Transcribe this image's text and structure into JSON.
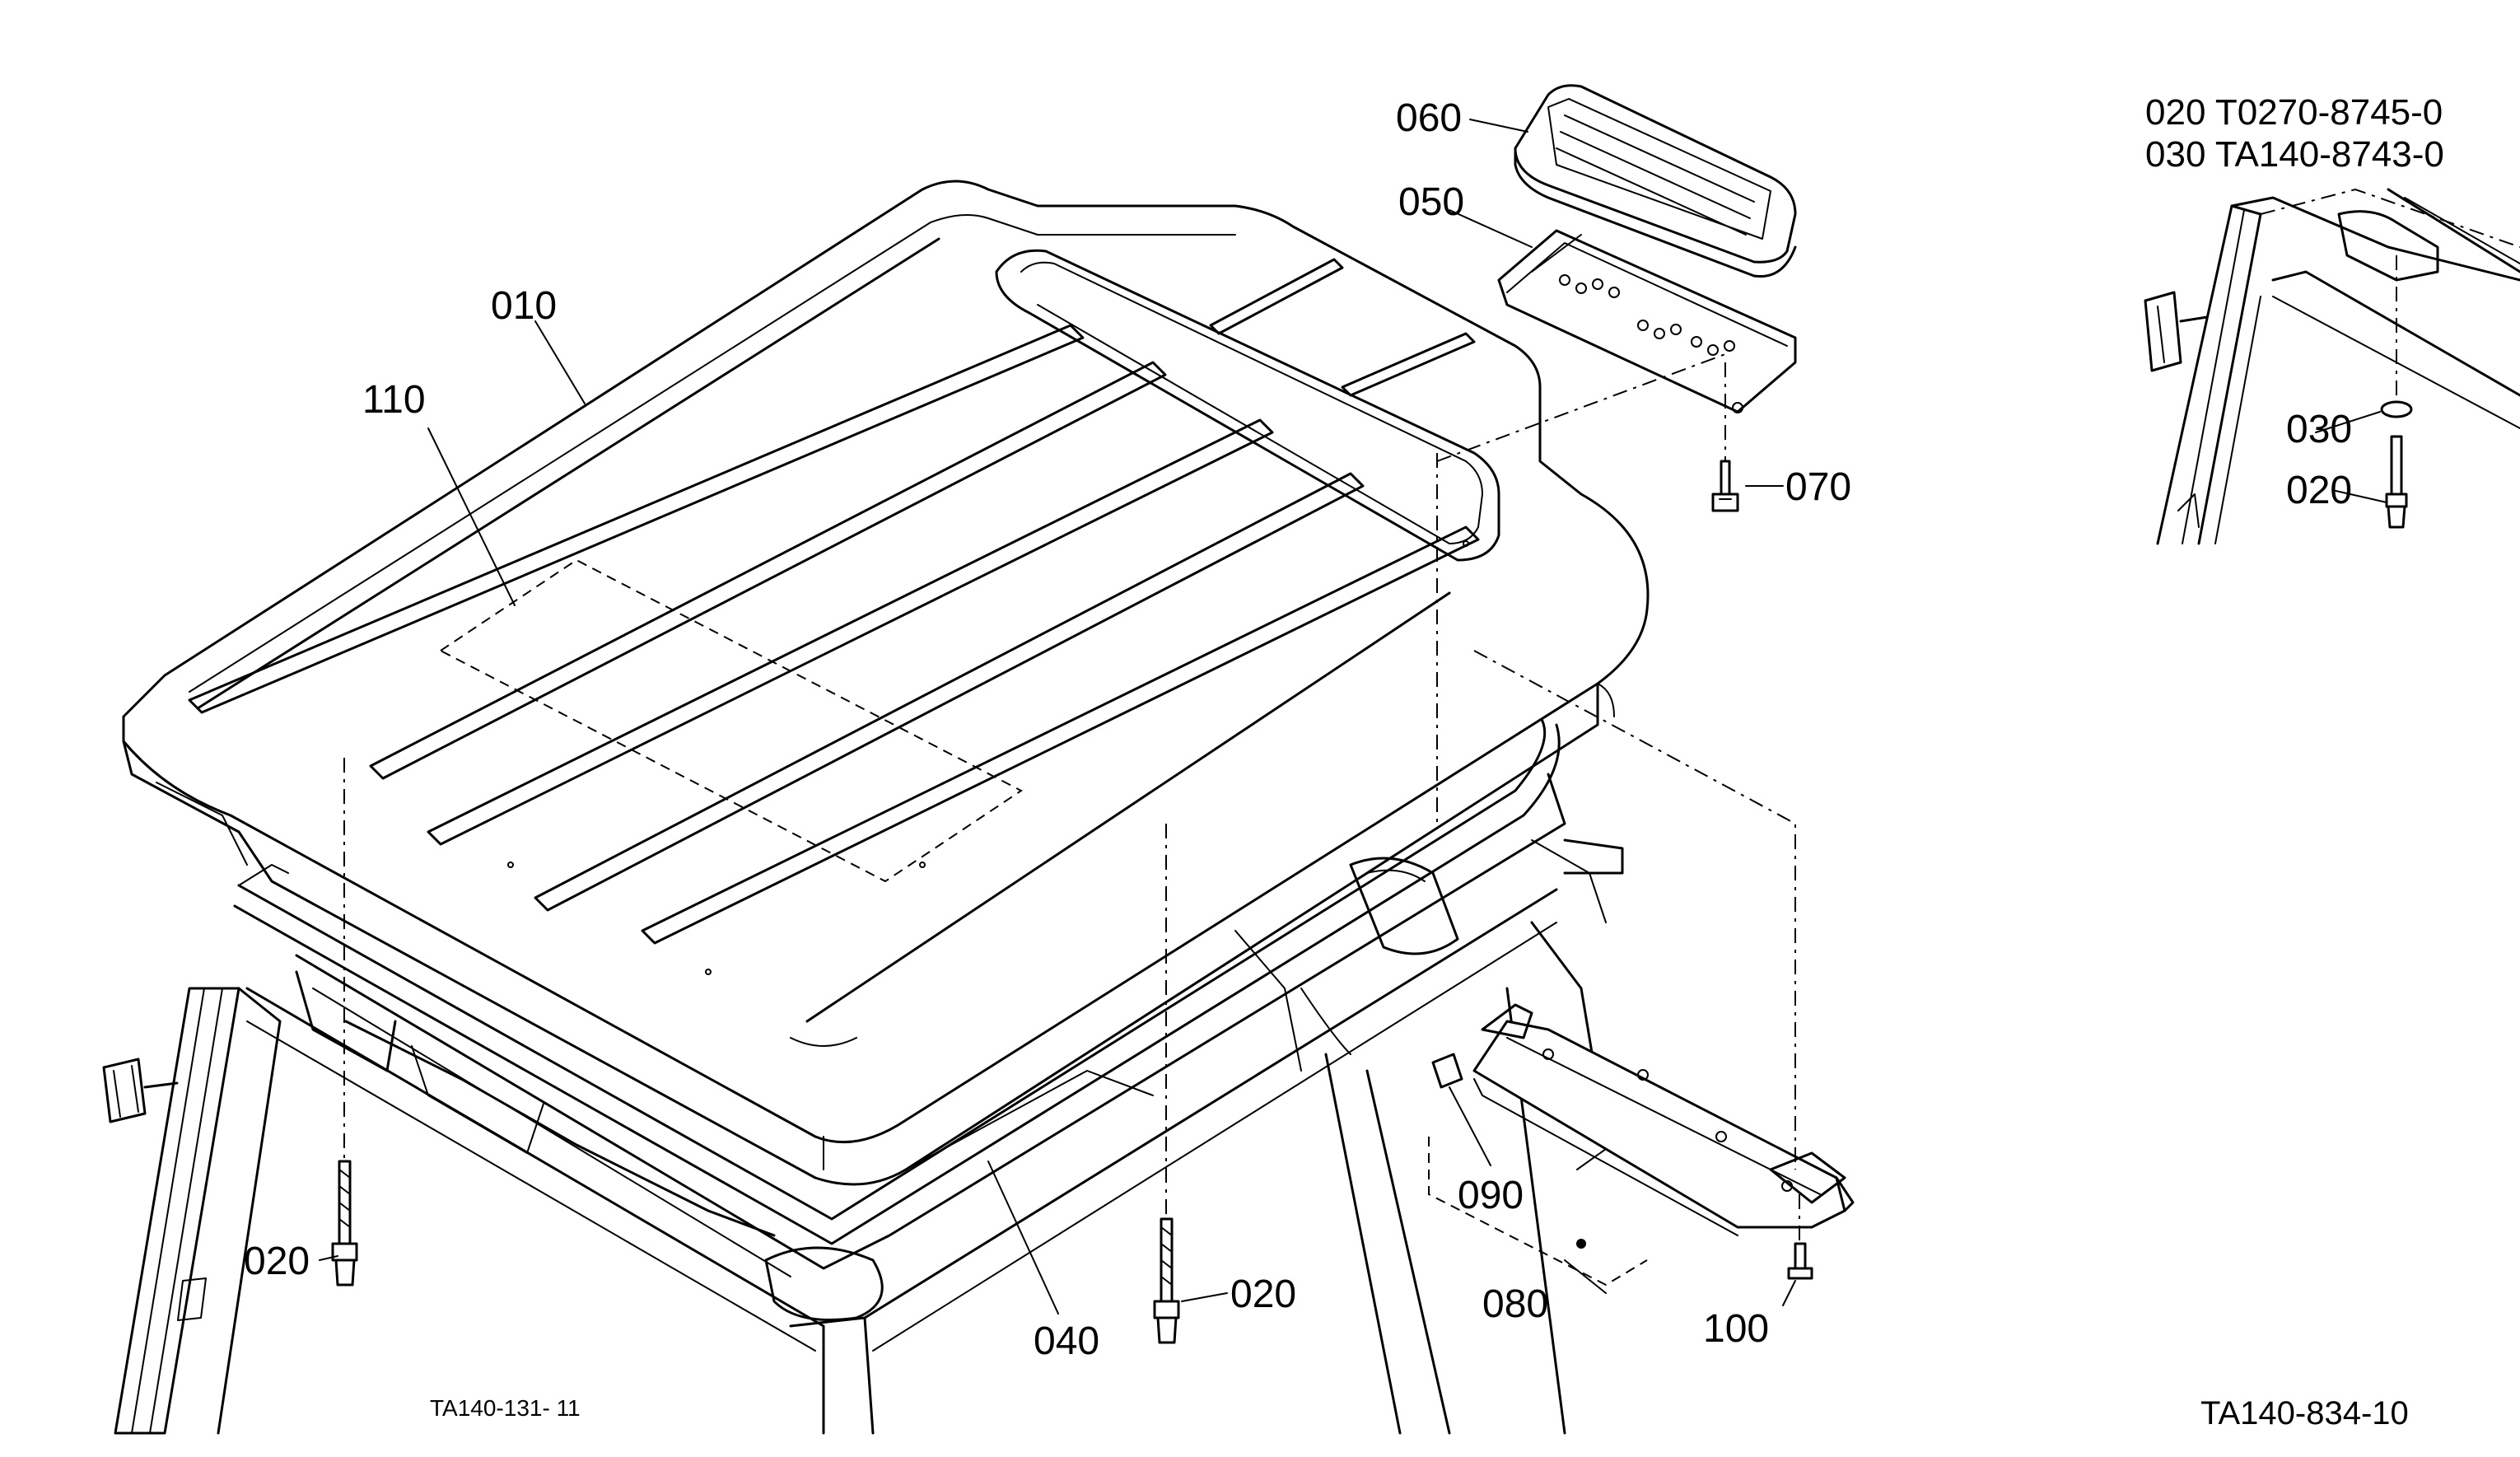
{
  "callouts": {
    "c010": "010",
    "c110": "110",
    "c060": "060",
    "c050": "050",
    "c070": "070",
    "c020_left": "020",
    "c020_mid": "020",
    "c040": "040",
    "c090": "090",
    "c080": "080",
    "c100": "100",
    "c030_inset": "030",
    "c020_inset": "020"
  },
  "inset_parts": [
    "020 T0270-8745-0",
    "030 TA140-8743-0"
  ],
  "drawing_refs": {
    "main": "TA140-131- 11",
    "inset": "TA140-834-10"
  }
}
